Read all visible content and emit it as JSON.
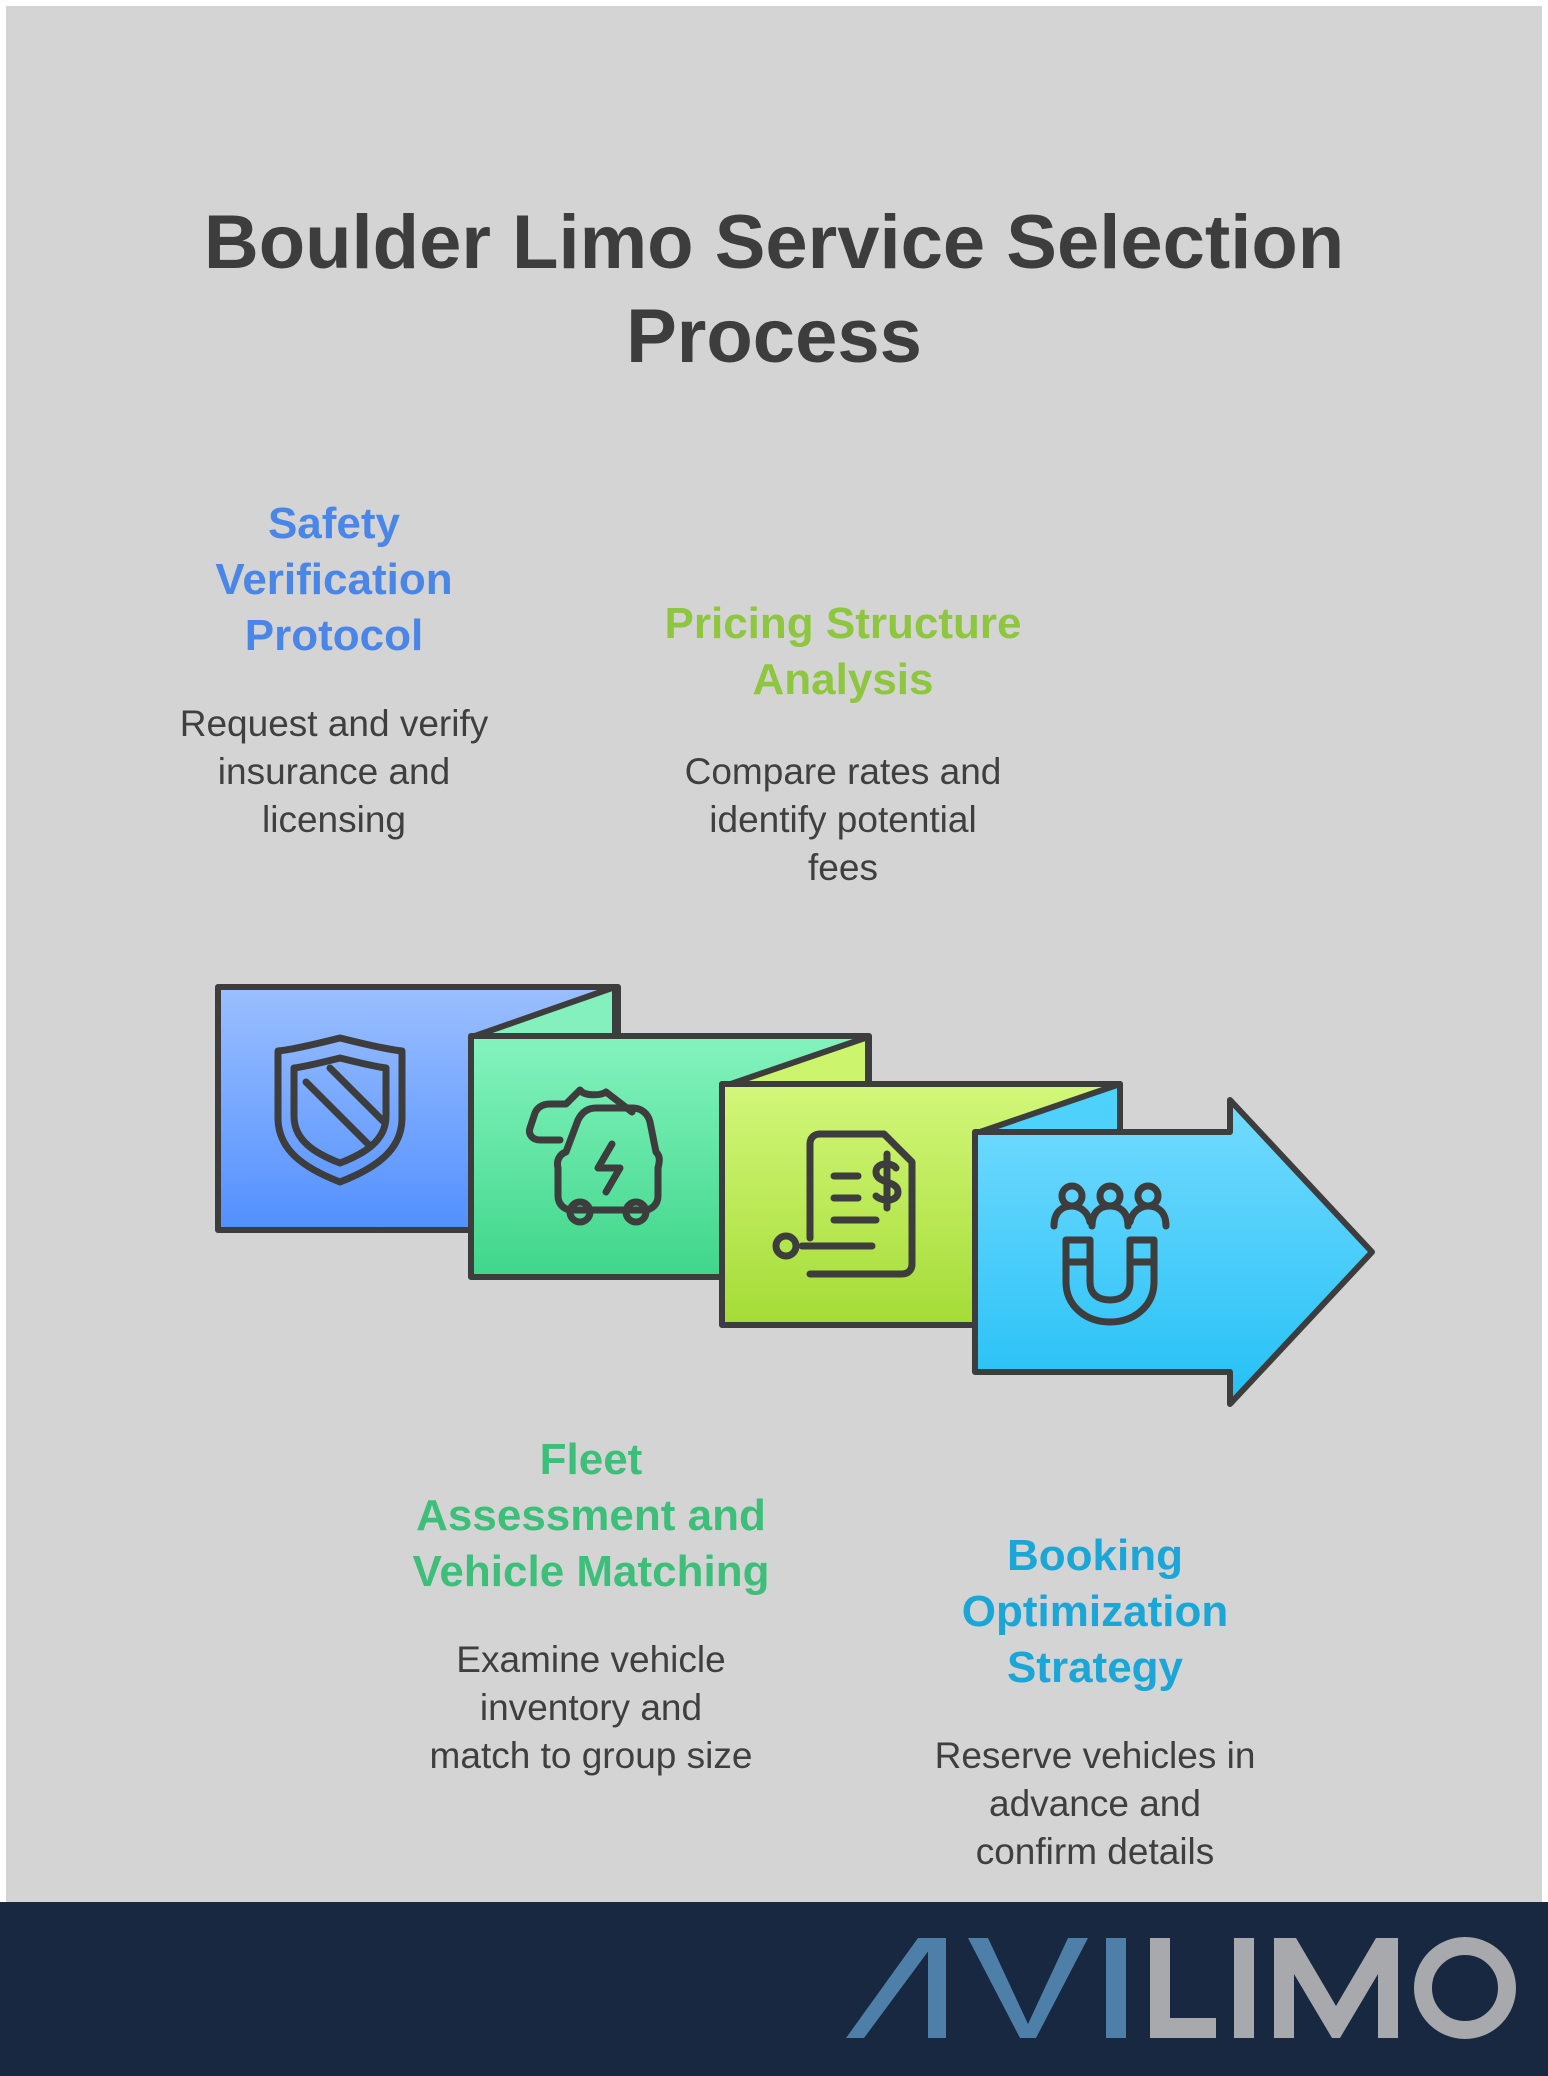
{
  "title_lines": [
    "Boulder Limo Service Selection",
    "Process"
  ],
  "colors": {
    "background": "#d4d4d4",
    "title": "#3d3d3d",
    "safety": "#4a86e8",
    "fleet": "#3dbf7a",
    "pricing": "#8ec63f",
    "booking": "#1aa6d6",
    "footer": "#182840",
    "logo_blue": "#4e7fa8",
    "logo_gray": "#a7a9ac"
  },
  "steps": [
    {
      "id": "safety",
      "title_lines": [
        "Safety",
        "Verification",
        "Protocol"
      ],
      "desc_lines": [
        "Request and verify",
        "insurance and",
        "licensing"
      ],
      "icon": "shield-icon"
    },
    {
      "id": "fleet",
      "title_lines": [
        "Fleet",
        "Assessment and",
        "Vehicle Matching"
      ],
      "desc_lines": [
        "Examine vehicle",
        "inventory and",
        "match to group size"
      ],
      "icon": "electric-cars-icon"
    },
    {
      "id": "pricing",
      "title_lines": [
        "Pricing Structure",
        "Analysis"
      ],
      "desc_lines": [
        "Compare rates and",
        "identify potential",
        "fees"
      ],
      "icon": "invoice-dollar-icon"
    },
    {
      "id": "booking",
      "title_lines": [
        "Booking",
        "Optimization",
        "Strategy"
      ],
      "desc_lines": [
        "Reserve vehicles in",
        "advance and",
        "confirm details"
      ],
      "icon": "magnet-people-icon"
    }
  ],
  "footer": {
    "logo_text": "AVILIMO"
  }
}
